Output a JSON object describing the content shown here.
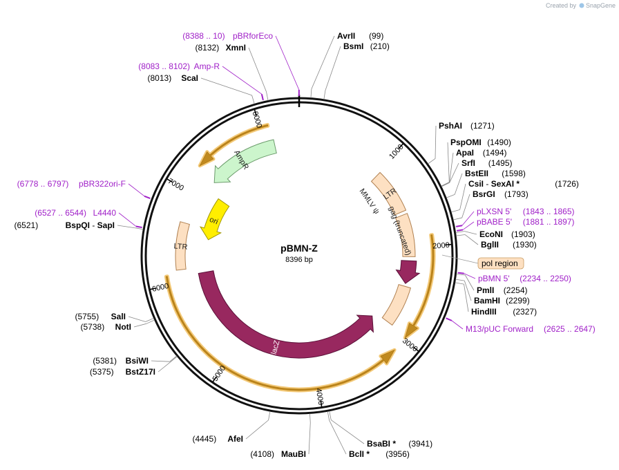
{
  "credit": {
    "prefix": "Created by",
    "brand": "SnapGene"
  },
  "plasmid": {
    "name": "pBMN-Z",
    "size": "8396 bp",
    "length": 8396
  },
  "ticks": [
    {
      "pos": 1000,
      "label": "1000"
    },
    {
      "pos": 2000,
      "label": "2000"
    },
    {
      "pos": 3000,
      "label": "3000"
    },
    {
      "pos": 4000,
      "label": "4000"
    },
    {
      "pos": 5000,
      "label": "5000"
    },
    {
      "pos": 6000,
      "label": "6000"
    },
    {
      "pos": 7000,
      "label": "7000"
    },
    {
      "pos": 8000,
      "label": "8000"
    }
  ],
  "features": [
    {
      "name": "AmpR",
      "start": 7246,
      "end": 8106,
      "dir": -1,
      "color": "#ccf5cc",
      "stroke": "#6a9a6a"
    },
    {
      "name": "ori",
      "start": 6530,
      "end": 7118,
      "dir": -1,
      "color": "#ffee00",
      "stroke": "#a09600"
    },
    {
      "name": "LTR",
      "start": 1030,
      "end": 1560,
      "dir": 0,
      "color": "#fde0c2",
      "stroke": "#b08050"
    },
    {
      "name": "MMLV ψ",
      "start": 1600,
      "end": 2110,
      "dir": 0,
      "color": "#fde0c2",
      "stroke": "#b08050"
    },
    {
      "name": "gag (truncated)",
      "start": 2160,
      "end": 2440,
      "dir": 1,
      "color": "#98285f",
      "stroke": "#5a1038"
    },
    {
      "name": "",
      "start": 2475,
      "end": 2955,
      "dir": 0,
      "color": "#fde0c2",
      "stroke": "#b08050"
    },
    {
      "name": "lacZ",
      "start": 3020,
      "end": 6065,
      "dir": -1,
      "color": "#98285f",
      "stroke": "#5a1038"
    },
    {
      "name": "LTR",
      "start": 6140,
      "end": 6670,
      "dir": 0,
      "color": "#fde0c2",
      "stroke": "#b08050"
    }
  ],
  "regions": [
    {
      "name": "pol region",
      "start": 1890,
      "end": 2980,
      "dir": 1
    },
    {
      "name": "",
      "start": 3140,
      "end": 6090,
      "dir": -1
    },
    {
      "name": "",
      "start": 7280,
      "end": 8080,
      "dir": -1
    }
  ],
  "primers": [
    {
      "name": "pBRforEco",
      "range": "(8388 .. 10)",
      "pos": 8395
    },
    {
      "name": "Amp-R",
      "range": "(8083 .. 8102)",
      "pos": 8092
    },
    {
      "name": "pBR322ori-F",
      "range": "(6778 .. 6797)",
      "pos": 6788
    },
    {
      "name": "L4440",
      "range": "(6527 .. 6544)",
      "pos": 6535
    },
    {
      "name": "pLXSN 5'",
      "range": "(1843 .. 1865)",
      "pos": 1854
    },
    {
      "name": "pBABE 5'",
      "range": "(1881 .. 1897)",
      "pos": 1889
    },
    {
      "name": "pBMN 5'",
      "range": "(2234 .. 2250)",
      "pos": 2242
    },
    {
      "name": "M13/pUC Forward",
      "range": "(2625 .. 2647)",
      "pos": 2636
    }
  ],
  "sites": [
    {
      "name": "AvrII",
      "num": "(99)",
      "pos": 99
    },
    {
      "name": "BsmI",
      "num": "(210)",
      "pos": 210
    },
    {
      "name": "XmnI",
      "num": "(8132)",
      "pos": 8132
    },
    {
      "name": "ScaI",
      "num": "(8013)",
      "pos": 8013
    },
    {
      "name": "PshAI",
      "num": "(1271)",
      "pos": 1271
    },
    {
      "name": "PspOMI",
      "num": "(1490)",
      "pos": 1490
    },
    {
      "name": "ApaI",
      "num": "(1494)",
      "pos": 1494
    },
    {
      "name": "SrfI",
      "num": "(1495)",
      "pos": 1495
    },
    {
      "name": "BstEII",
      "num": "(1598)",
      "pos": 1598
    },
    {
      "name": "CsiI",
      "name2": "SexAI *",
      "num": "(1726)",
      "pos": 1726
    },
    {
      "name": "BsrGI",
      "num": "(1793)",
      "pos": 1793
    },
    {
      "name": "EcoNI",
      "num": "(1903)",
      "pos": 1903
    },
    {
      "name": "BglII",
      "num": "(1930)",
      "pos": 1930
    },
    {
      "name": "PmlI",
      "num": "(2254)",
      "pos": 2254
    },
    {
      "name": "BamHI",
      "num": "(2299)",
      "pos": 2299
    },
    {
      "name": "HindIII",
      "num": "(2327)",
      "pos": 2327
    },
    {
      "name": "BsaBI *",
      "num": "(3941)",
      "pos": 3941
    },
    {
      "name": "BclI *",
      "num": "(3956)",
      "pos": 3956
    },
    {
      "name": "MauBI",
      "num": "(4108)",
      "pos": 4108
    },
    {
      "name": "AfeI",
      "num": "(4445)",
      "pos": 4445
    },
    {
      "name": "BsiWI",
      "num": "(5381)",
      "pos": 5381
    },
    {
      "name": "BstZ17I",
      "num": "(5375)",
      "pos": 5375
    },
    {
      "name": "SalI",
      "num": "(5755)",
      "pos": 5755
    },
    {
      "name": "NotI",
      "num": "(5738)",
      "pos": 5738
    },
    {
      "name": "BspQI",
      "name2": "SapI",
      "num": "(6521)",
      "pos": 6521
    }
  ]
}
